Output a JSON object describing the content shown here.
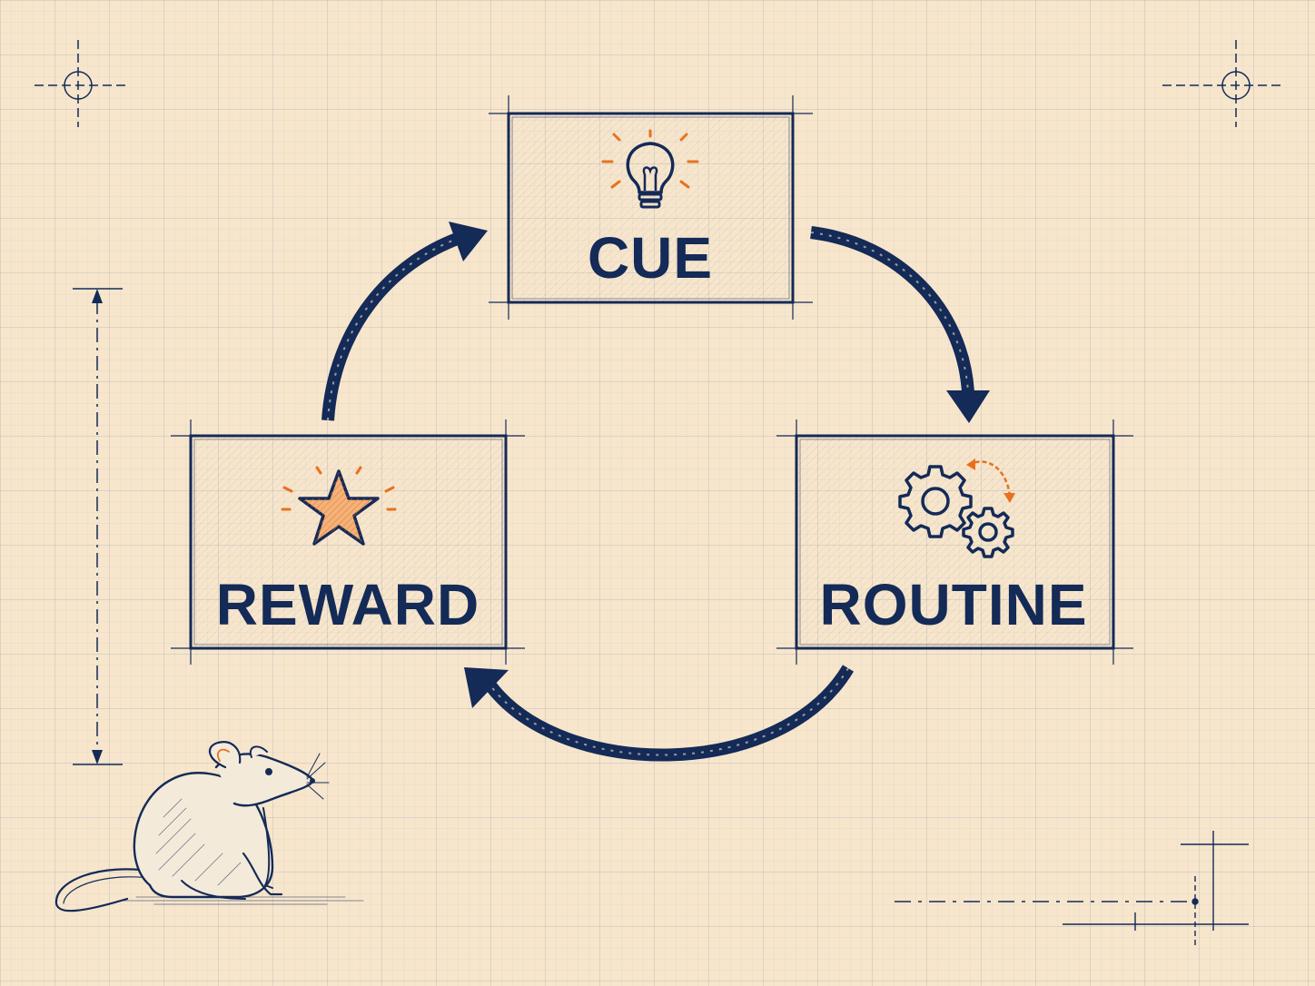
{
  "diagram": {
    "colors": {
      "ink": "#142a57",
      "accent": "#e8711f",
      "paper": "#f7e6cc"
    },
    "nodes": [
      {
        "id": "cue",
        "label": "CUE",
        "icon": "lightbulb-icon"
      },
      {
        "id": "routine",
        "label": "ROUTINE",
        "icon": "gears-icon"
      },
      {
        "id": "reward",
        "label": "REWARD",
        "icon": "star-icon"
      }
    ],
    "edges": [
      {
        "from": "cue",
        "to": "routine"
      },
      {
        "from": "routine",
        "to": "reward"
      },
      {
        "from": "reward",
        "to": "cue"
      }
    ],
    "illustration": "rat-illustration"
  }
}
